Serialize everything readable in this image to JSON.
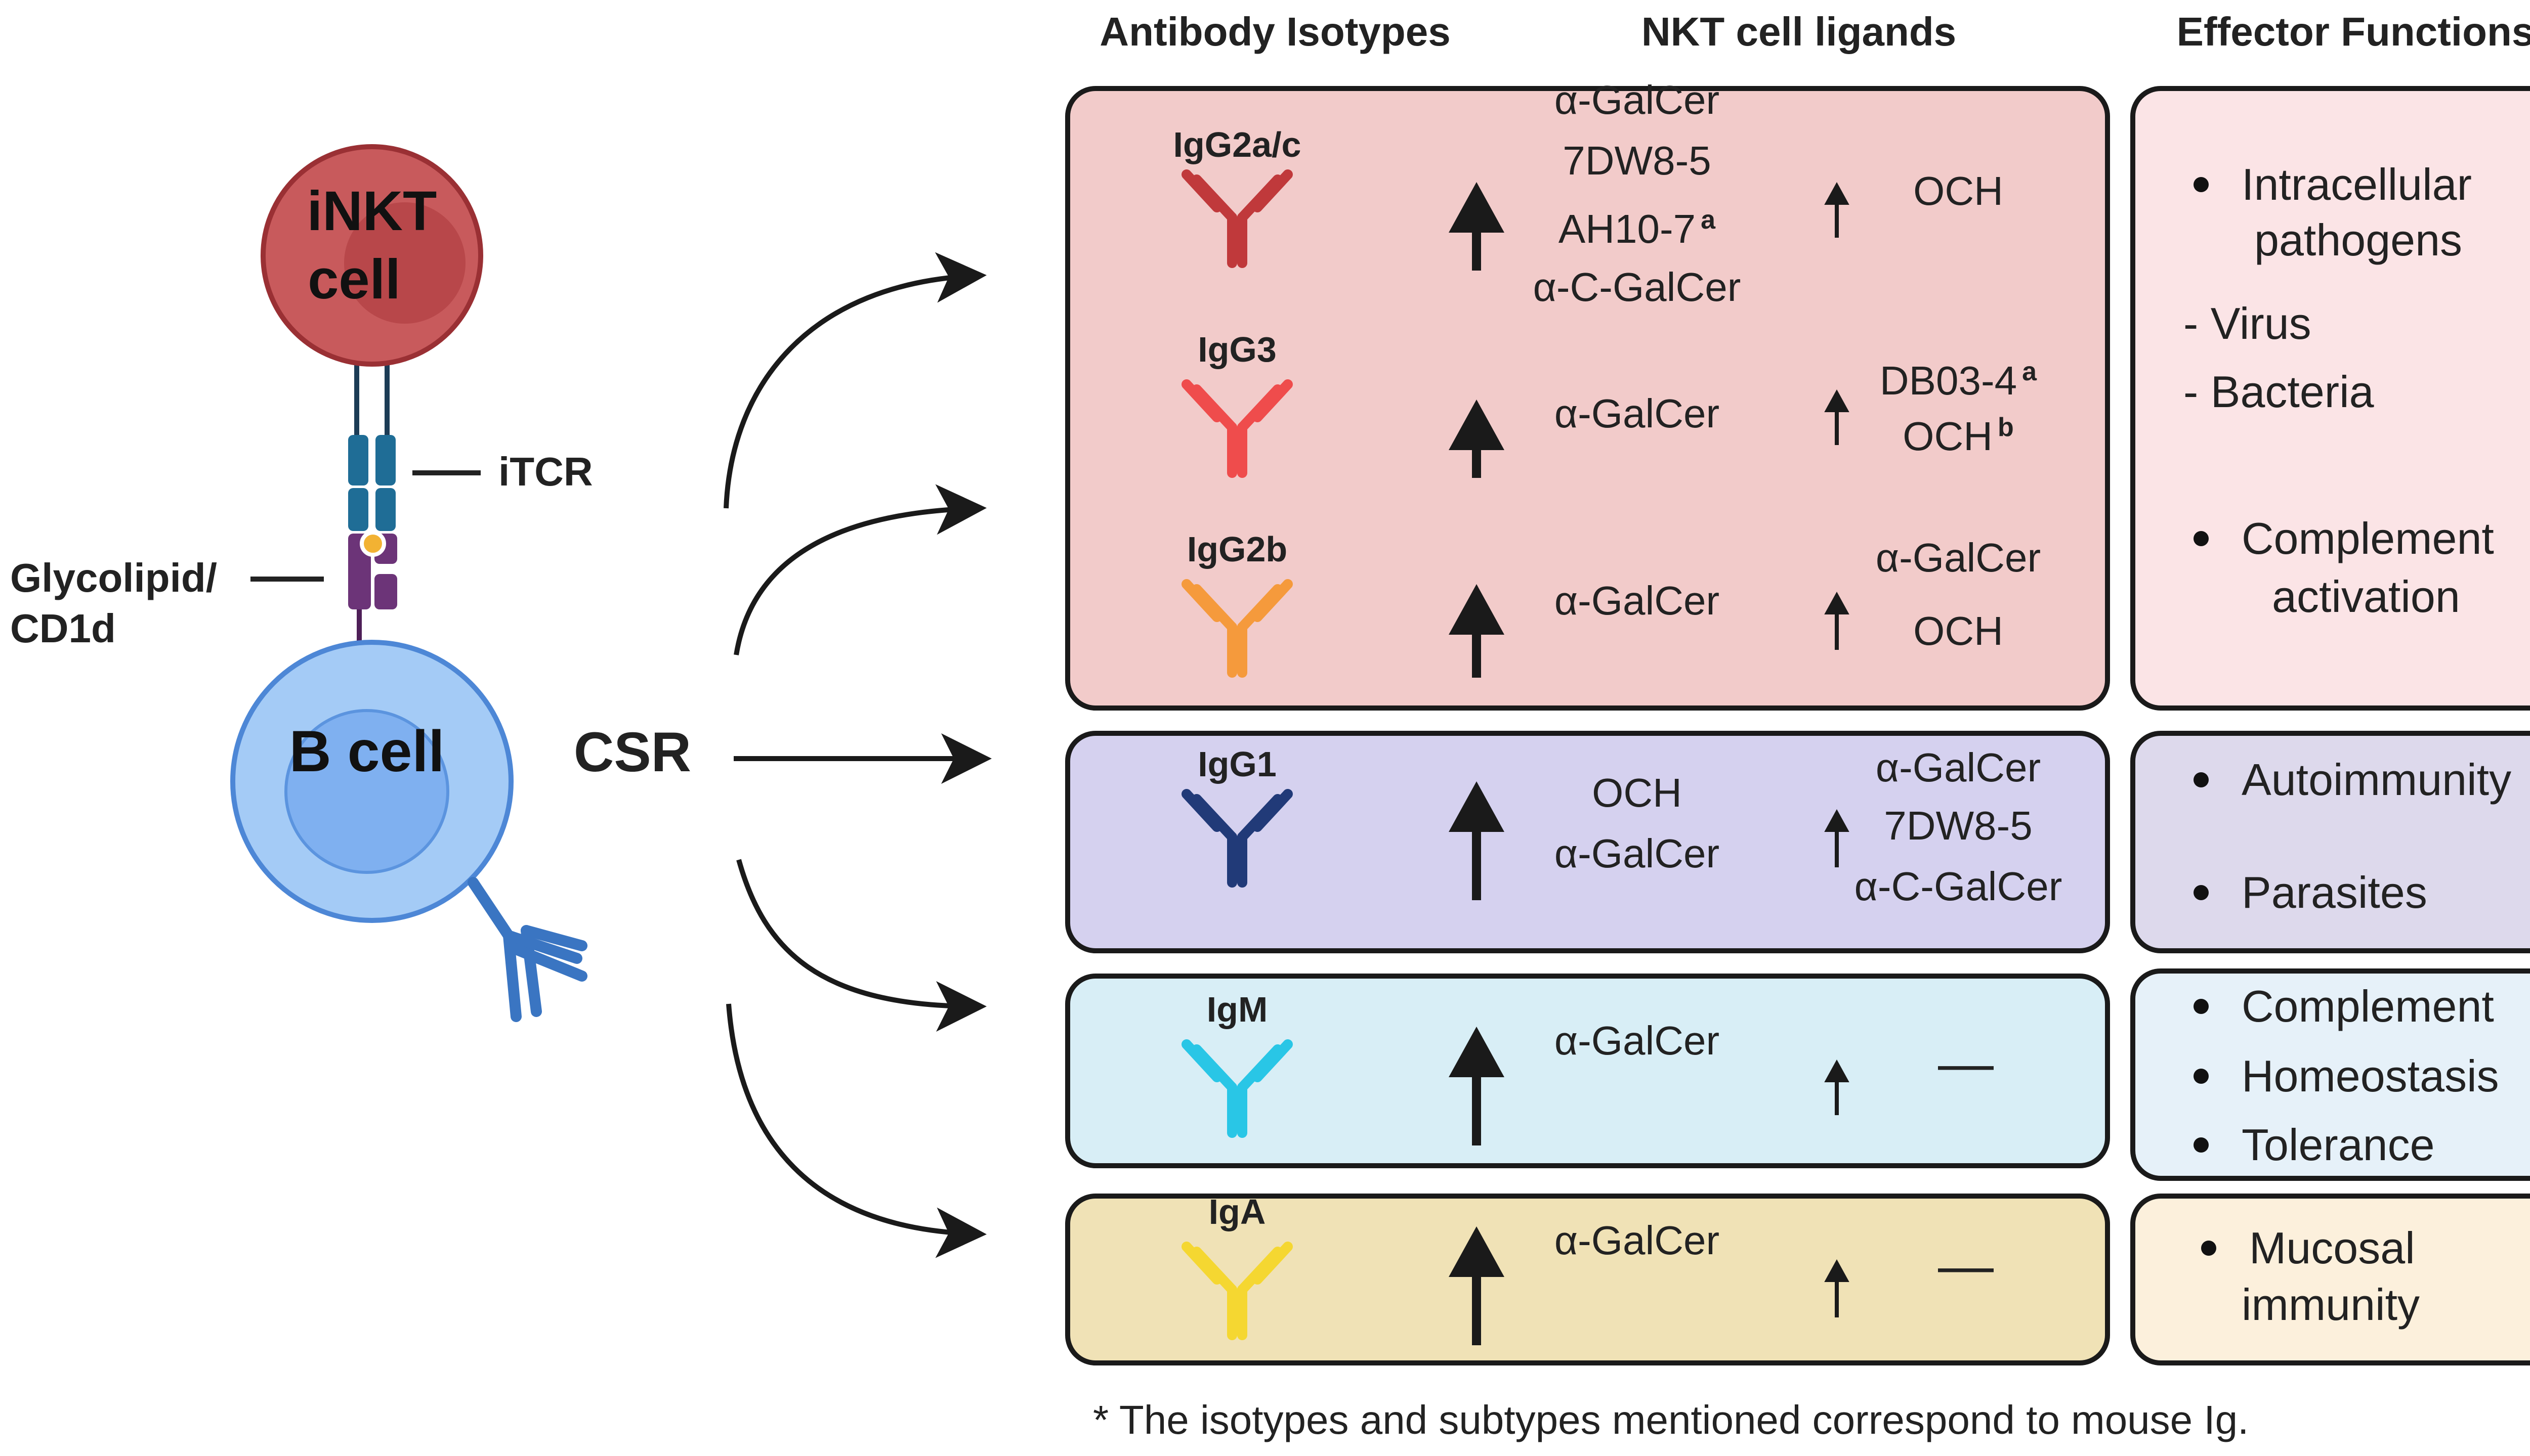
{
  "headers": {
    "isotypes": "Antibody Isotypes",
    "ligands": "NKT cell ligands",
    "effectors": "Effector Functions"
  },
  "left_panel": {
    "inkt_line1": "iNKT",
    "inkt_line2": "cell",
    "itcr": "iTCR",
    "glycolipid_line1": "Glycolipid/",
    "glycolipid_line2": "CD1d",
    "bcell": "B cell",
    "csr": "CSR"
  },
  "isotypes": [
    {
      "name": "IgG2a/c",
      "color": "#c0393b",
      "panel": "red",
      "up_ligands": [
        "α-GalCer",
        "7DW8-5",
        "AH10-7",
        "α-C-GalCer"
      ],
      "up_sup": [
        "",
        "",
        "a",
        ""
      ],
      "small_ligands": [
        "OCH"
      ],
      "small_sup": [
        ""
      ]
    },
    {
      "name": "IgG3",
      "color": "#ef4c4c",
      "panel": "red",
      "up_ligands": [
        "α-GalCer"
      ],
      "up_sup": [
        ""
      ],
      "small_ligands": [
        "DB03-4",
        "OCH"
      ],
      "small_sup": [
        "a",
        "b"
      ]
    },
    {
      "name": "IgG2b",
      "color": "#f59a3c",
      "panel": "red",
      "up_ligands": [
        "α-GalCer"
      ],
      "up_sup": [
        ""
      ],
      "small_ligands": [
        "α-GalCer",
        "OCH"
      ],
      "small_sup": [
        "",
        ""
      ]
    },
    {
      "name": "IgG1",
      "color": "#213a78",
      "panel": "purple",
      "up_ligands": [
        "OCH",
        "α-GalCer"
      ],
      "up_sup": [
        "",
        ""
      ],
      "small_ligands": [
        "α-GalCer",
        "7DW8-5",
        "α-C-GalCer"
      ],
      "small_sup": [
        "",
        "",
        ""
      ]
    },
    {
      "name": "IgM",
      "color": "#29c6e6",
      "panel": "cyan",
      "up_ligands": [
        "α-GalCer"
      ],
      "up_sup": [
        ""
      ],
      "small_ligands": [
        "—"
      ],
      "small_sup": [
        ""
      ]
    },
    {
      "name": "IgA",
      "color": "#f5d731",
      "panel": "yellow",
      "up_ligands": [
        "α-GalCer"
      ],
      "up_sup": [
        ""
      ],
      "small_ligands": [
        "—"
      ],
      "small_sup": [
        ""
      ]
    }
  ],
  "effectors": {
    "red": {
      "bullet1_line1": "Intracellular",
      "bullet1_line2": "pathogens",
      "sub1": "- Virus",
      "sub2": "- Bacteria",
      "bullet2_line1": "Complement",
      "bullet2_line2": "activation"
    },
    "purple": [
      "Autoimmunity",
      "Parasites"
    ],
    "cyan": [
      "Complement",
      "Homeostasis",
      "Tolerance"
    ],
    "yellow": {
      "line1": "Mucosal",
      "line2": "immunity"
    }
  },
  "footnote": "* The isotypes and subtypes mentioned correspond to mouse Ig.",
  "colors": {
    "red_panel": "#f2cbca",
    "purple_panel": "#d5d1ef",
    "cyan_panel": "#d8eef6",
    "yellow_panel": "#f0e2b6",
    "red_effector": "#fbe4e6",
    "purple_effector": "#ddd9ec",
    "cyan_effector": "#e6f1f9",
    "yellow_effector": "#fcf0dc",
    "inkt_cell": "#c85a5c",
    "b_cell": "#a4cbf6",
    "tcr": "#1f6d96",
    "cd1d": "#6c3478"
  }
}
